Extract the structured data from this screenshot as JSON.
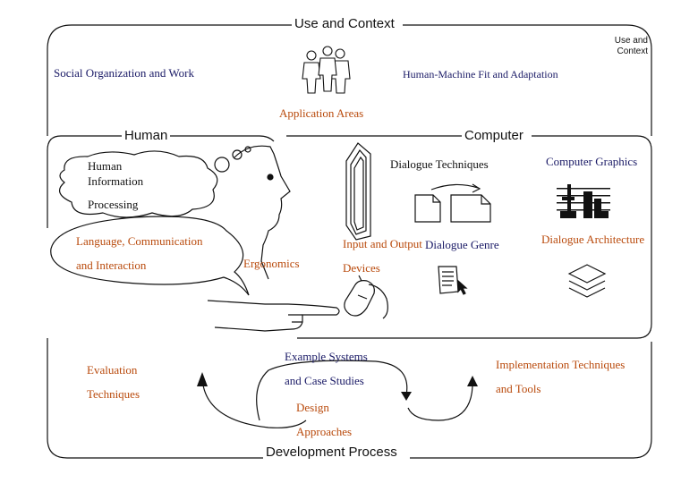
{
  "sections": {
    "use_context": "Use and Context",
    "human": "Human",
    "computer": "Computer",
    "development": "Development Process"
  },
  "corner_note": {
    "line1": "Use and",
    "line2": "Context"
  },
  "labels": {
    "social_org": "Social Organization and Work",
    "human_machine_fit": "Human-Machine Fit and Adaptation",
    "application_areas": "Application Areas",
    "hip_line1": "Human",
    "hip_line2": "Information",
    "hip_line3": "Processing",
    "lang_line1": "Language, Communication",
    "lang_line2": "and Interaction",
    "ergonomics": "Ergonomics",
    "dialogue_techniques": "Dialogue Techniques",
    "computer_graphics": "Computer Graphics",
    "input_output_line1": "Input and Output",
    "input_output_line2": "Devices",
    "dialogue_genre": "Dialogue Genre",
    "dialogue_architecture": "Dialogue Architecture",
    "evaluation_line1": "Evaluation",
    "evaluation_line2": "Techniques",
    "example_line1": "Example Systems",
    "example_line2": "and Case Studies",
    "design_line1": "Design",
    "design_line2": "Approaches",
    "impl_line1": "Implementation Techniques",
    "impl_line2": "and Tools"
  },
  "colors": {
    "blue_text": "#1a1a66",
    "orange_text": "#b94a0c",
    "line": "#111111"
  },
  "icons": [
    "people-icon",
    "head-profile-icon",
    "pointing-hand-icon",
    "monitor-icon",
    "documents-icon",
    "graphics-bars-icon",
    "mouse-icon",
    "form-icon",
    "layers-icon"
  ]
}
